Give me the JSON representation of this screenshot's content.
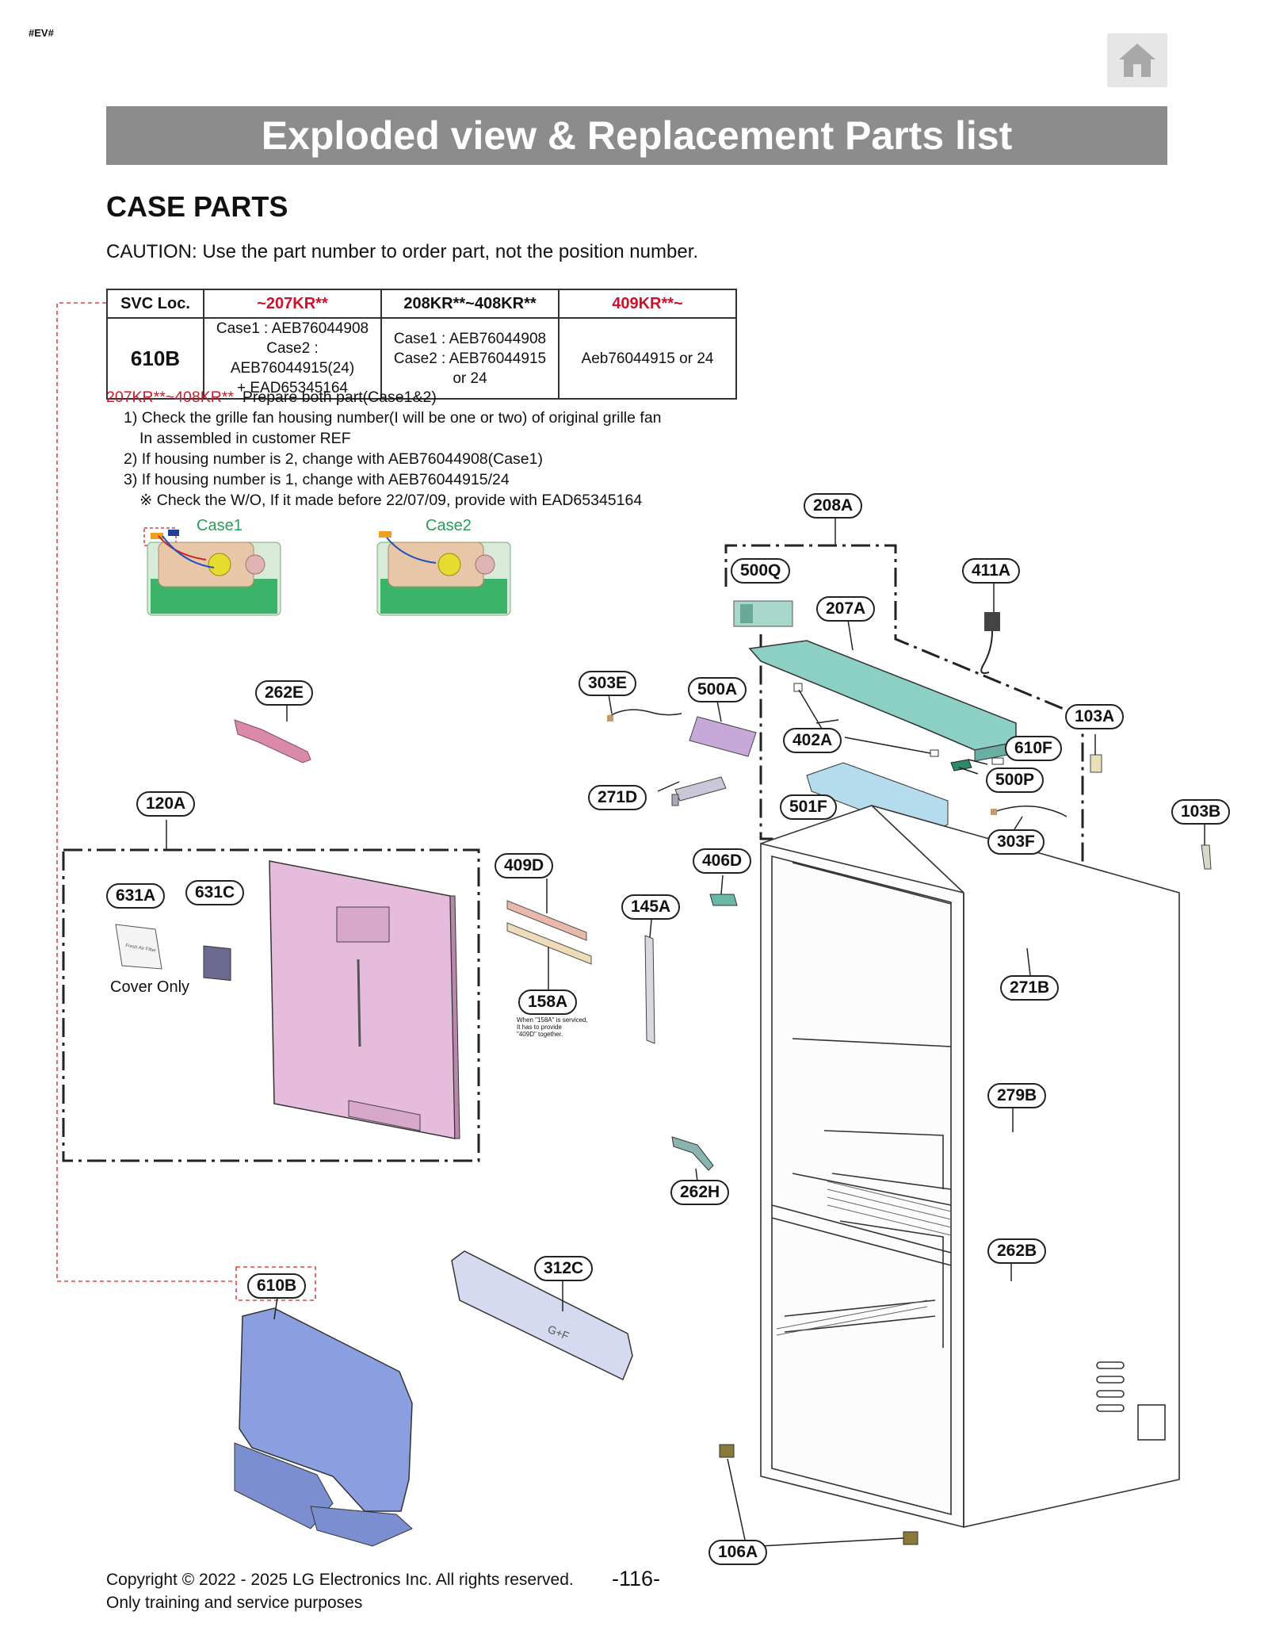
{
  "header": {
    "doc_code": "#EV#",
    "home_icon": "home-icon",
    "banner_title": "Exploded view & Replacement Parts list"
  },
  "section": {
    "title": "CASE PARTS",
    "caution": "CAUTION: Use the part number to order part, not the position number."
  },
  "svc_table": {
    "headers": [
      "SVC Loc.",
      "~207KR**",
      "208KR**~408KR**",
      "409KR**~"
    ],
    "loc": "610B",
    "col1": [
      "Case1 : AEB76044908",
      "Case2 : AEB76044915(24)",
      "+ EAD65345164"
    ],
    "col2": [
      "Case1 : AEB76044908",
      "Case2 : AEB76044915",
      "or 24"
    ],
    "col3": "Aeb76044915 or 24"
  },
  "notes": {
    "range": "207KR**~408KR**",
    "intro": "Prepare both part(Case1&2)",
    "line1a": "1) Check the grille fan housing number(I will be one or two) of original grille fan",
    "line1b": "In assembled in customer REF",
    "line2": "2) If housing number is 2, change with AEB76044908(Case1)",
    "line3": "3) If housing number is 1, change with AEB76044915/24",
    "line4": "※ Check the W/O, If it made before 22/07/09, provide with EAD65345164",
    "case1_label": "Case1",
    "case2_label": "Case2"
  },
  "callouts": {
    "c208A": "208A",
    "c500Q": "500Q",
    "c411A": "411A",
    "c207A": "207A",
    "c303E": "303E",
    "c500A": "500A",
    "c103A": "103A",
    "c402A": "402A",
    "c610F": "610F",
    "c500P": "500P",
    "c262E": "262E",
    "c271D": "271D",
    "c501F": "501F",
    "c120A": "120A",
    "c103B": "103B",
    "c303F": "303F",
    "c406D": "406D",
    "c409D": "409D",
    "c631A": "631A",
    "c631C": "631C",
    "c145A": "145A",
    "c271B": "271B",
    "c158A": "158A",
    "c279B": "279B",
    "c262H": "262H",
    "c262B": "262B",
    "c312C": "312C",
    "c610B": "610B",
    "c106A": "106A"
  },
  "labels": {
    "cover_only": "Cover Only",
    "note_158a_1": "When \"158A\" is serviced,",
    "note_158a_2": "It has to provide",
    "note_158a_3": "\"409D\" together.",
    "filter_text": "Fresh Air Filter",
    "logo_text": "G+F"
  },
  "footer": {
    "copyright": "Copyright © 2022 - 2025 LG Electronics Inc. All rights reserved.",
    "purpose": "Only training and service purposes",
    "page": "-116-"
  },
  "colors": {
    "banner": "#8c8c8c",
    "red_text": "#d0102a",
    "case_green": "#2a9a5a",
    "duct_teal": "#8ccfc4",
    "door_pink": "#e6bcdc",
    "housing_blue": "#8a9ee0",
    "cover_lavender": "#d6daf0"
  }
}
